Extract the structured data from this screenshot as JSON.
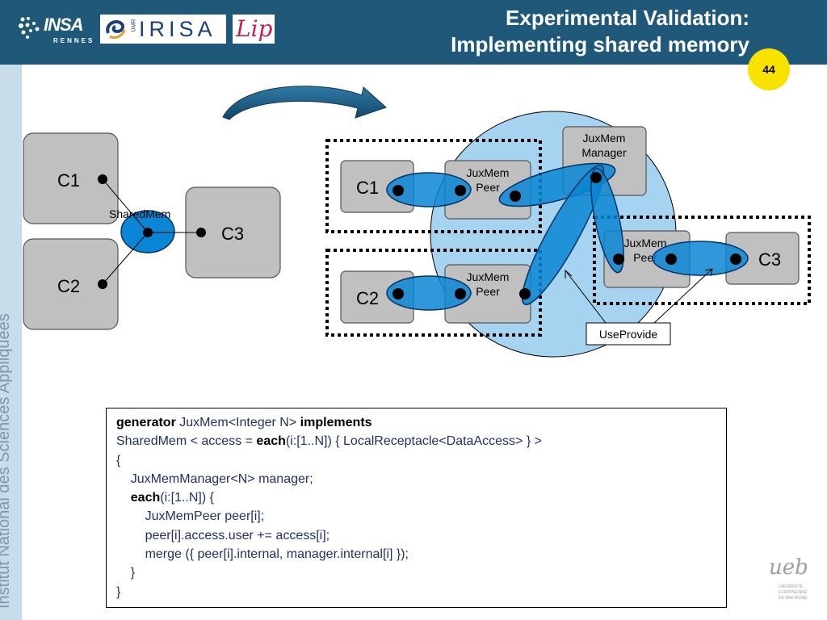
{
  "header": {
    "title_line1": "Experimental Validation:",
    "title_line2": "Implementing shared memory",
    "page_number": "44",
    "colors": {
      "header_bg": "#20587a",
      "badge": "#f7e200"
    }
  },
  "logos": {
    "insa": {
      "word": "INSA",
      "city": "RENNES"
    },
    "irisa": {
      "prefix": "UMR",
      "word": "IRISA"
    },
    "lip": {
      "word": "Lip"
    },
    "ueb": {
      "word": "ueb",
      "text": "UNIVERSITÉ\nEUROPÉENNE\nDE BRETAGNE"
    }
  },
  "sidebar": {
    "text": "Institut National des Sciences Appliquées"
  },
  "left_diagram": {
    "components": [
      {
        "id": "c1",
        "label": "C1"
      },
      {
        "id": "c2",
        "label": "C2"
      },
      {
        "id": "c3",
        "label": "C3"
      }
    ],
    "connector_label": "SharedMem"
  },
  "right_diagram": {
    "components": [
      {
        "id": "c1",
        "label": "C1"
      },
      {
        "id": "c2",
        "label": "C2"
      },
      {
        "id": "c3",
        "label": "C3"
      }
    ],
    "manager_label_1": "JuxMem",
    "manager_label_2": "Manager",
    "peer_label_1": "JuxMem",
    "peer_label_2": "Peer",
    "useprovide_label": "UseProvide",
    "colors": {
      "component_fill": "#c0c0c0",
      "connector": "#0b86d4",
      "domain": "#a6d4f0"
    }
  },
  "code": {
    "line1": {
      "kw1": "generator",
      "t1": " JuxMem<Integer N> ",
      "kw2": "implements"
    },
    "line2": {
      "t1": "SharedMem < access = ",
      "kw1": "each",
      "t2": "(i:[1..N]) { LocalReceptacle<DataAccess> } >"
    },
    "line3": "{",
    "line4": "    JuxMemManager<N> manager;",
    "line5": {
      "indent": "    ",
      "kw1": "each",
      "t1": "(i:[1..N]) {"
    },
    "line6": "        JuxMemPeer peer[i];",
    "line7": "        peer[i].access.user += access[i];",
    "line8": "        merge ({ peer[i].internal, manager.internal[i] });",
    "line9": "    }",
    "line10": "}"
  }
}
